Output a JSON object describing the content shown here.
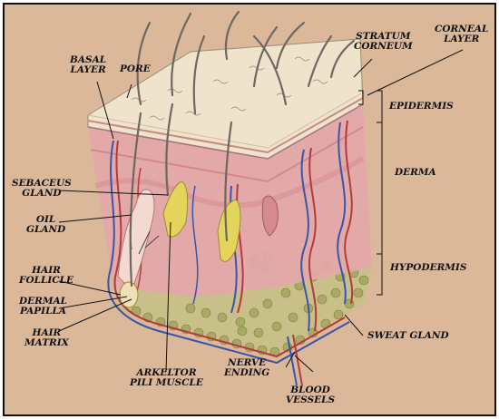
{
  "labels": {
    "basal_layer": "BASAL\nLAYER",
    "pore": "PORE",
    "stratum_corneum": "STRATUM\nCORNEUM",
    "corneal_layer": "CORNEAL\nLAYER",
    "epidermis": "EPIDERMIS",
    "derma": "DERMA",
    "hypodermis": "HYPODERMIS",
    "sebaceus_gland": "SEBACEUS\nGLAND",
    "oil_gland": "OIL\nGLAND",
    "hair_follicle": "HAIR\nFOLLICLE",
    "dermal_papilla": "DERMAL\nPAPILLA",
    "hair_matrix": "HAIR\nMATRIX",
    "arkeltor_pili_muscle": "ARKELTOR\nPILI MUSCLE",
    "nerve_ending": "NERVE\nENDING",
    "blood_vessels": "BLOOD\nVESSELS",
    "sweat_gland": "SWEAT GLAND"
  },
  "colors": {
    "paper": "#dbb89a",
    "epidermis": "#eee0c8",
    "dermis": "#e5a6ad",
    "hypodermis_fat": "#b7b673",
    "artery": "#b33a3a",
    "vein": "#3a55a8",
    "hair": "#6d6860",
    "oil_gland": "#e4d45c"
  }
}
